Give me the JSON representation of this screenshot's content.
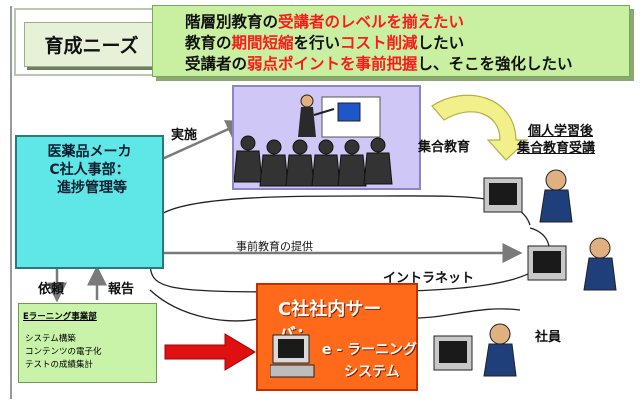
{
  "needs_label": "育成ニーズ",
  "banner": {
    "line1": [
      {
        "text": "階層別教育の",
        "highlight": false
      },
      {
        "text": "受講者のレベルを揃えたい",
        "highlight": true
      }
    ],
    "line2": [
      {
        "text": "教育の",
        "highlight": false
      },
      {
        "text": "期間短縮",
        "highlight": true
      },
      {
        "text": "を行い",
        "highlight": false
      },
      {
        "text": "コスト削減",
        "highlight": true
      },
      {
        "text": "したい",
        "highlight": false
      }
    ],
    "line3": [
      {
        "text": "受講者の",
        "highlight": false
      },
      {
        "text": "弱点ポイントを事前把握",
        "highlight": true
      },
      {
        "text": "し、そこを強化したい",
        "highlight": false
      }
    ]
  },
  "company": {
    "line1": "医薬品メーカ",
    "line2": "C社人事部：",
    "line3": "進捗管理等"
  },
  "labels": {
    "implement": "実施",
    "group_education": "集合教育",
    "after_personal_1": "個人学習後",
    "after_personal_2": "集合教育受講",
    "prior_education": "事前教育の提供",
    "intranet": "イントラネット",
    "request": "依頼",
    "report": "報告",
    "employee": "社員"
  },
  "eln_dept": {
    "title": "Eラーニング事業部",
    "items": [
      "システム構築",
      "コンテンツの電子化",
      "テストの成績集計"
    ]
  },
  "server": {
    "title": "C社社内サーバ：",
    "system_1": "e - ラーニング",
    "system_2": "システム"
  },
  "colors": {
    "banner_bg": "#c8f0a0",
    "highlight_red": "#ff1a1a",
    "company_box": "#5fe6e6",
    "group_box": "#cfc8f7",
    "server_box": "#ff6a1a",
    "arrow_red": "#e01010",
    "cycle_arrow": "#f2f08a"
  }
}
